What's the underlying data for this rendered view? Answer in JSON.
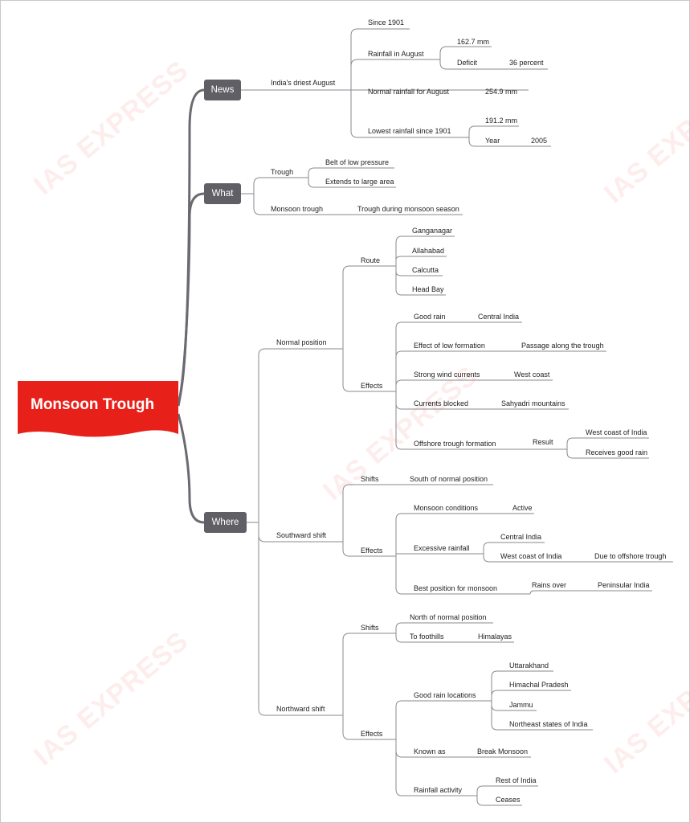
{
  "root": {
    "title": "Monsoon Trough",
    "color": "#e8201a"
  },
  "watermark": "IAS EXPRESS",
  "categories": {
    "news": "News",
    "what": "What",
    "where": "Where"
  },
  "news": {
    "topic": "India's driest August",
    "since": "Since 1901",
    "rainfall_august": "Rainfall in August",
    "rainfall_value": "162.7 mm",
    "deficit_label": "Deficit",
    "deficit_value": "36 percent",
    "normal_label": "Normal rainfall for August",
    "normal_value": "254.9 mm",
    "lowest_label": "Lowest rainfall since 1901",
    "lowest_value": "191.2 mm",
    "year_label": "Year",
    "year_value": "2005"
  },
  "what": {
    "trough": "Trough",
    "belt": "Belt of low pressure",
    "extends": "Extends to large area",
    "monsoon_trough": "Monsoon trough",
    "monsoon_trough_def": "Trough during monsoon season"
  },
  "where": {
    "normal": {
      "label": "Normal position",
      "route": "Route",
      "route_items": [
        "Ganganagar",
        "Allahabad",
        "Calcutta",
        "Head Bay"
      ],
      "effects": "Effects",
      "good_rain": "Good rain",
      "good_rain_value": "Central India",
      "low_formation": "Effect of low formation",
      "low_formation_value": "Passage along the trough",
      "wind": "Strong wind currents",
      "wind_value": "West coast",
      "blocked": "Currents blocked",
      "blocked_value": "Sahyadri mountains",
      "offshore": "Offshore trough formation",
      "result": "Result",
      "result_a": "West coast of India",
      "result_b": "Receives good rain"
    },
    "south": {
      "label": "Southward shift",
      "shifts": "Shifts",
      "shifts_value": "South of normal position",
      "effects": "Effects",
      "conditions": "Monsoon conditions",
      "conditions_value": "Active",
      "excessive": "Excessive rainfall",
      "excessive_a": "Central India",
      "excessive_b": "West coast of India",
      "excessive_b_reason": "Due to offshore trough",
      "best": "Best position for monsoon",
      "rains_over": "Rains over",
      "rains_over_value": "Peninsular India"
    },
    "north": {
      "label": "Northward shift",
      "shifts": "Shifts",
      "shifts_value": "North of normal position",
      "foothills": "To foothills",
      "foothills_value": "Himalayas",
      "effects": "Effects",
      "good_rain": "Good rain locations",
      "good_rain_items": [
        "Uttarakhand",
        "Himachal Pradesh",
        "Jammu",
        "Northeast states of India"
      ],
      "known_as": "Known as",
      "known_as_value": "Break Monsoon",
      "rainfall_activity": "Rainfall activity",
      "activity_a": "Rest of India",
      "activity_b": "Ceases"
    }
  }
}
